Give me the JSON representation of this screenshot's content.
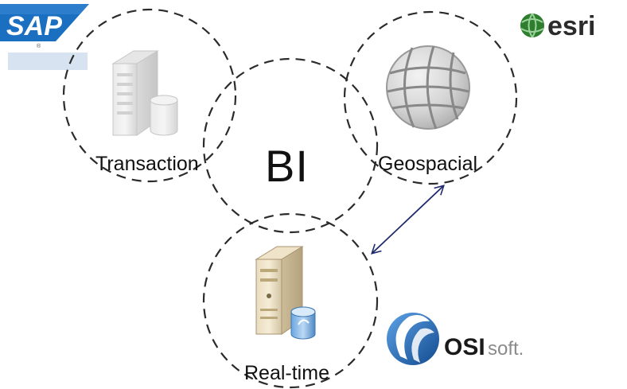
{
  "labels": {
    "transaction": "Transaction",
    "bi": "BI",
    "geospacial": "Geospacial",
    "realtime": "Real-time"
  },
  "logos": {
    "sap": "SAP",
    "esri": "esri",
    "osisoft_bold": "OSI",
    "osisoft_light": "soft."
  },
  "icons": {
    "transaction": "database-server-icon",
    "geospacial": "globe-icon",
    "realtime": "realtime-server-icon"
  },
  "colors": {
    "circle_stroke": "#2b2b2b",
    "arrow": "#1f2a6b",
    "sap_blue": "#1a6fc0",
    "esri_green": "#3a9a3a",
    "osi_blue": "#1d5fa8"
  }
}
